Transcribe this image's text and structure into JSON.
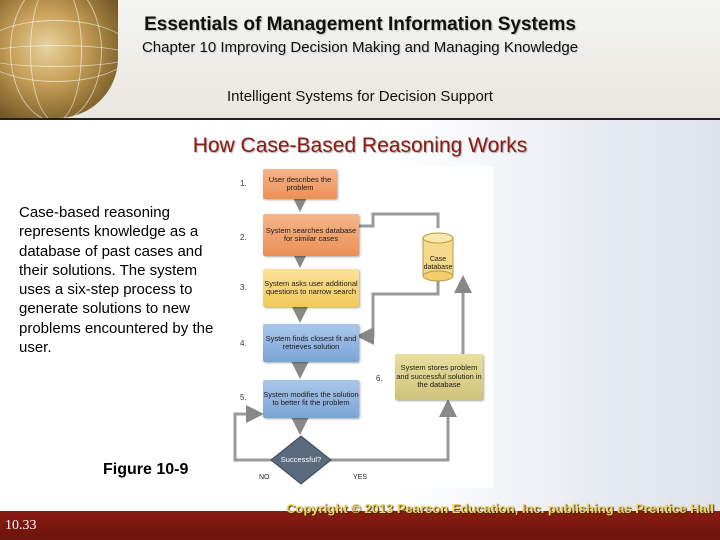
{
  "header": {
    "title": "Essentials of Management Information Systems",
    "chapter": "Chapter 10 Improving Decision Making and Managing Knowledge",
    "section": "Intelligent Systems for Decision Support"
  },
  "slide_title": "How Case-Based Reasoning Works",
  "body_text": "Case-based reasoning represents knowledge as a database of past cases and their solutions. The system uses a six-step process to generate solutions to new problems encountered by the user.",
  "figure_label": "Figure 10-9",
  "diagram": {
    "steps": [
      {
        "num": "1.",
        "text": "User describes the problem"
      },
      {
        "num": "2.",
        "text": "System searches database for similar cases"
      },
      {
        "num": "3.",
        "text": "System asks user additional questions to narrow search"
      },
      {
        "num": "4.",
        "text": "System finds closest fit and retrieves solution"
      },
      {
        "num": "5.",
        "text": "System modifies the solution to better fit the problem"
      },
      {
        "num": "6.",
        "text": "System stores problem and successful solution in the database"
      }
    ],
    "database_label": "Case database",
    "decision_label": "Successful?",
    "no_label": "NO",
    "yes_label": "YES"
  },
  "footer": {
    "slide_number": "10.33",
    "copyright": "Copyright © 2013 Pearson Education, Inc. publishing as Prentice Hall"
  },
  "colors": {
    "title_red": "#8b1a12",
    "footer_bar": "#7a1810",
    "copyright_gold": "#f2d46a",
    "step_orange": "#ec8f56",
    "step_yellow": "#f2c85a",
    "step_blue": "#7aa4d6",
    "store_khaki": "#cfc27a"
  }
}
